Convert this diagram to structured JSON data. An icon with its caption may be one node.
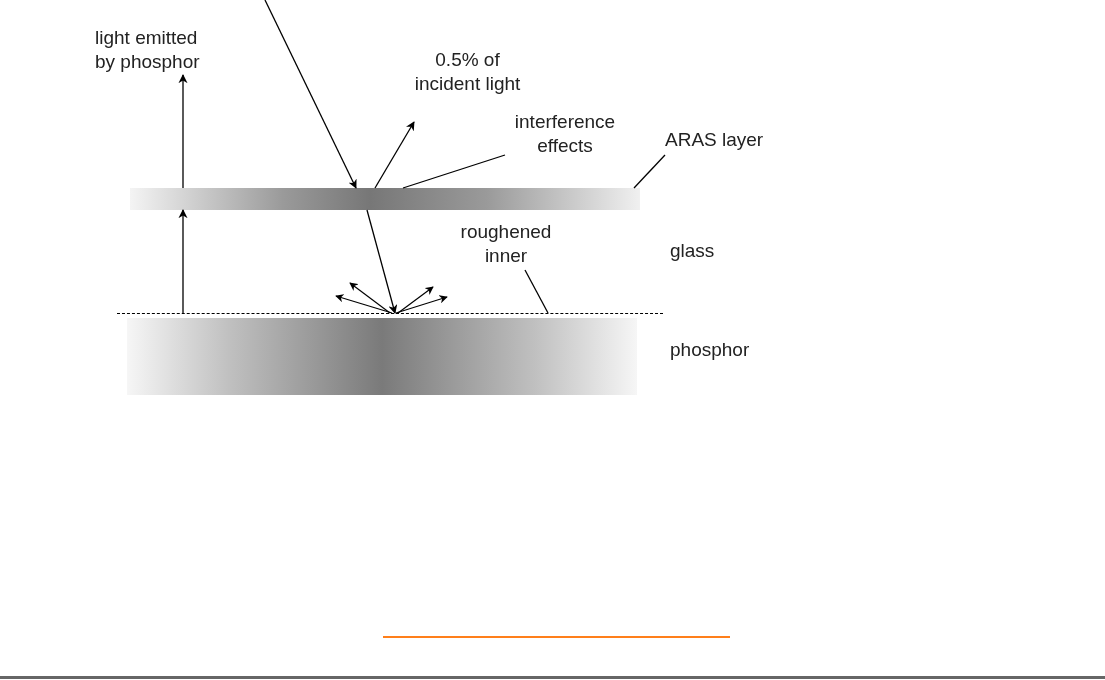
{
  "diagram": {
    "nodes": [
      {
        "text": [
          "light emitted by phosphor"
        ]
      },
      {
        "text": [
          "0.5% of incident light"
        ]
      },
      {
        "text": [
          "interference effects"
        ]
      },
      {
        "text": [
          "ARAS layer"
        ]
      },
      {
        "text": [],
        "shape": "bar"
      },
      {
        "text": [
          "roughened inner"
        ]
      },
      {
        "text": [],
        "shape": "line"
      },
      {
        "text": [],
        "shape": "bar"
      }
    ],
    "edges": [
      {
        "from": null,
        "to": 4,
        "arrow": "to"
      },
      {
        "from": 4,
        "to": 0,
        "arrow": "to"
      },
      {
        "from": 4,
        "to": 1,
        "arrow": "to"
      },
      {
        "from": 2,
        "to": 4,
        "arrow": "none"
      },
      {
        "from": 3,
        "to": 4,
        "arrow": "none"
      },
      {
        "from": 6,
        "to": 4,
        "arrow": "to"
      },
      {
        "from": 4,
        "to": 6,
        "arrow": "to"
      },
      {
        "from": 5,
        "to": 6,
        "arrow": "none"
      },
      {
        "from": 6,
        "to": null,
        "arrow": "to"
      },
      {
        "from": 6,
        "to": null,
        "arrow": "to"
      },
      {
        "from": 6,
        "to": null,
        "arrow": "to"
      },
      {
        "from": 6,
        "to": null,
        "arrow": "to"
      }
    ],
    "labels": [
      "glass",
      "phosphor"
    ]
  }
}
